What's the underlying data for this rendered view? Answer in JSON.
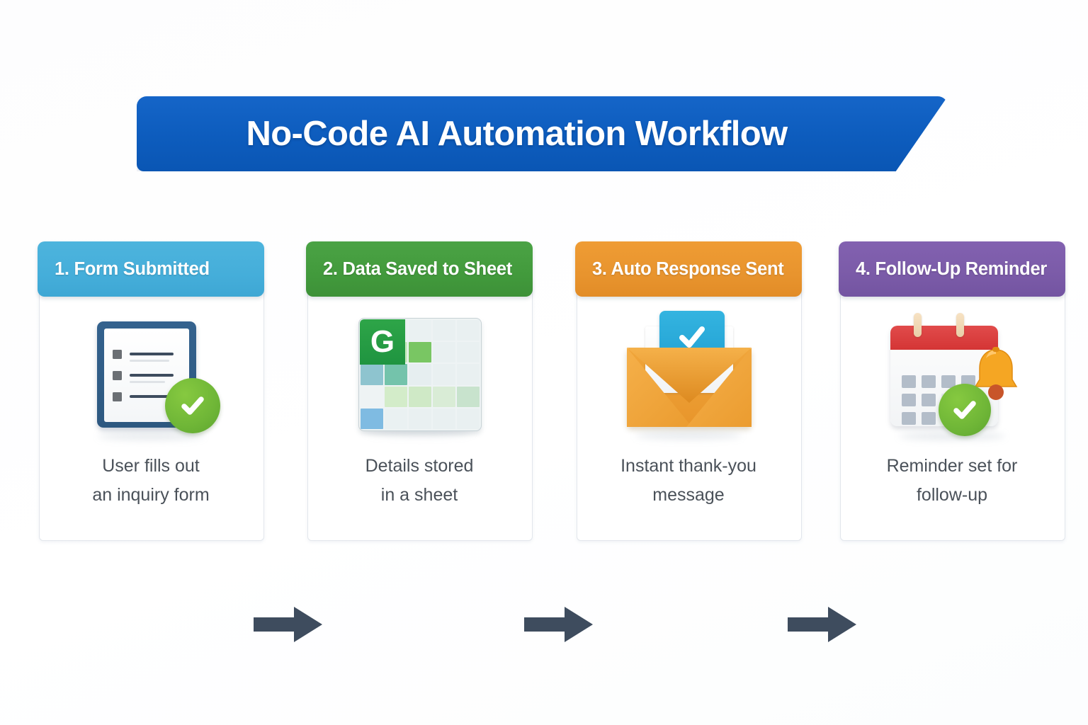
{
  "banner": {
    "title": "No-Code AI Automation Workflow",
    "color": "#0d5cbd"
  },
  "colors": {
    "background": "#ffffff",
    "arrow": "#3e4c5e",
    "caption_text": "#4a5159",
    "card_border": "#e2e6ec"
  },
  "steps": [
    {
      "number": "1.",
      "header": "1. Form Submitted",
      "header_color": "#45aeda",
      "icon": "clipboard-check-icon",
      "caption_line1": "User fills out",
      "caption_line2": "an inquiry form"
    },
    {
      "number": "2.",
      "header": "2. Data Saved to Sheet",
      "header_color": "#429a3c",
      "icon": "spreadsheet-icon",
      "icon_letter": "G",
      "caption_line1": "Details stored",
      "caption_line2": "in a sheet"
    },
    {
      "number": "3.",
      "header": "3. Auto Response Sent",
      "header_color": "#e8942e",
      "icon": "envelope-check-icon",
      "caption_line1": "Instant thank-you",
      "caption_line2": "message"
    },
    {
      "number": "4.",
      "header": "4. Follow-Up Reminder",
      "header_color": "#7b5ba8",
      "icon": "calendar-bell-check-icon",
      "caption_line1": "Reminder set for",
      "caption_line2": "follow-up"
    }
  ],
  "arrows": [
    {
      "name": "arrow-step1-to-step2",
      "direction": "right"
    },
    {
      "name": "arrow-step2-to-step3",
      "direction": "right"
    },
    {
      "name": "arrow-step3-to-step4",
      "direction": "right"
    }
  ]
}
